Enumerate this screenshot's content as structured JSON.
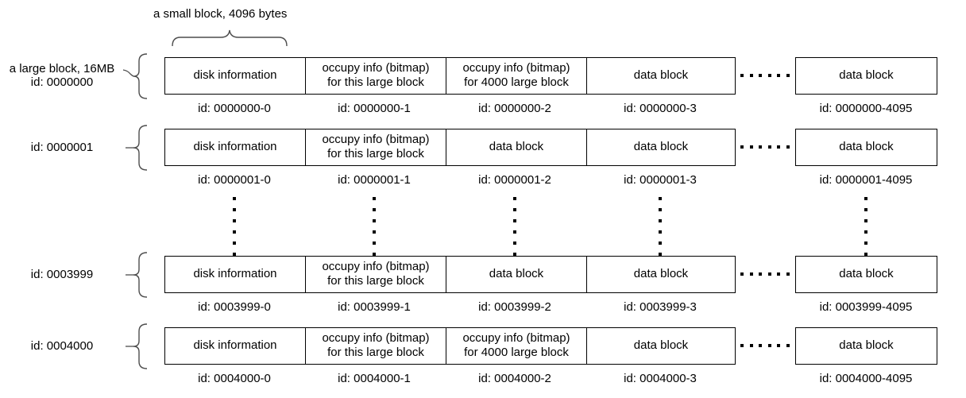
{
  "diagram": {
    "top_annotation": "a small block, 4096 bytes",
    "rows": [
      {
        "label_line1": "a large block, 16MB",
        "label_line2": "id: 0000000",
        "cells": [
          "disk information",
          "occupy info (bitmap)\nfor this large block",
          "occupy info (bitmap)\nfor 4000 large block",
          "data block",
          "data block"
        ],
        "ids": [
          "id: 0000000-0",
          "id: 0000000-1",
          "id: 0000000-2",
          "id: 0000000-3",
          "id: 0000000-4095"
        ]
      },
      {
        "label_line1": "id: 0000001",
        "label_line2": "",
        "cells": [
          "disk information",
          "occupy info (bitmap)\nfor this large block",
          "data block",
          "data block",
          "data block"
        ],
        "ids": [
          "id: 0000001-0",
          "id: 0000001-1",
          "id: 0000001-2",
          "id: 0000001-3",
          "id: 0000001-4095"
        ]
      },
      {
        "label_line1": "id: 0003999",
        "label_line2": "",
        "cells": [
          "disk information",
          "occupy info (bitmap)\nfor this large block",
          "data block",
          "data block",
          "data block"
        ],
        "ids": [
          "id: 0003999-0",
          "id: 0003999-1",
          "id: 0003999-2",
          "id: 0003999-3",
          "id: 0003999-4095"
        ]
      },
      {
        "label_line1": "id: 0004000",
        "label_line2": "",
        "cells": [
          "disk information",
          "occupy info (bitmap)\nfor this large block",
          "occupy info (bitmap)\nfor 4000 large block",
          "data block",
          "data block"
        ],
        "ids": [
          "id: 0004000-0",
          "id: 0004000-1",
          "id: 0004000-2",
          "id: 0004000-3",
          "id: 0004000-4095"
        ]
      }
    ]
  }
}
